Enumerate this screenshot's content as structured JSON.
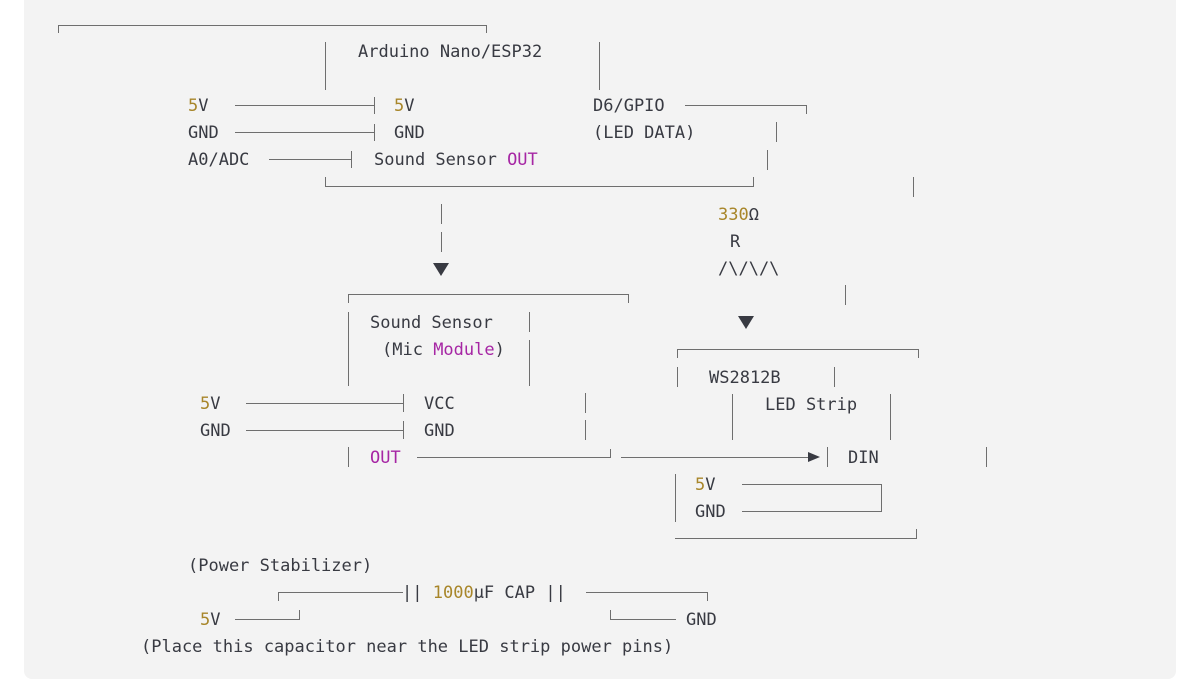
{
  "colors": {
    "background": "#f3f3f3",
    "text": "#383a42",
    "number_accent": "#a8862a",
    "keyword_accent": "#a626a4",
    "line": "#6e6e6e"
  },
  "mcu": {
    "title": "Arduino Nano/ESP32",
    "left_pins": [
      {
        "num": "5",
        "rest": "V"
      },
      {
        "num": "",
        "rest": "GND"
      },
      {
        "num": "",
        "rest": "A0/ADC"
      }
    ],
    "inner_pins": [
      {
        "num": "5",
        "rest": "V"
      },
      {
        "num": "",
        "rest": "GND"
      },
      {
        "text": "Sound Sensor ",
        "kw": "OUT"
      }
    ],
    "data_pin": "D6/GPIO",
    "data_pin_note": "(LED DATA)"
  },
  "resistor": {
    "value_num": "330",
    "value_unit": "Ω",
    "label": "R",
    "symbol": "/\\/\\/\\"
  },
  "sound_sensor": {
    "title": "Sound Sensor",
    "subtitle_open": "(Mic ",
    "subtitle_kw": "Module",
    "subtitle_close": ")",
    "left_pins": [
      {
        "num": "5",
        "rest": "V"
      },
      {
        "num": "",
        "rest": "GND"
      }
    ],
    "inner_pins": [
      "VCC",
      "GND"
    ],
    "out_label": "OUT"
  },
  "led_strip": {
    "title": "WS2812B",
    "subtitle": "LED Strip",
    "din_label": "DIN",
    "power_pins": [
      {
        "num": "5",
        "rest": "V"
      },
      {
        "num": "",
        "rest": "GND"
      }
    ]
  },
  "capacitor": {
    "heading": "(Power Stabilizer)",
    "left_bars": "||",
    "value_num": "1000",
    "value_rest": "μF CAP",
    "right_bars": "||",
    "left_pin_num": "5",
    "left_pin_rest": "V",
    "right_pin": "GND",
    "note": "(Place this capacitor near the LED strip power pins)"
  }
}
